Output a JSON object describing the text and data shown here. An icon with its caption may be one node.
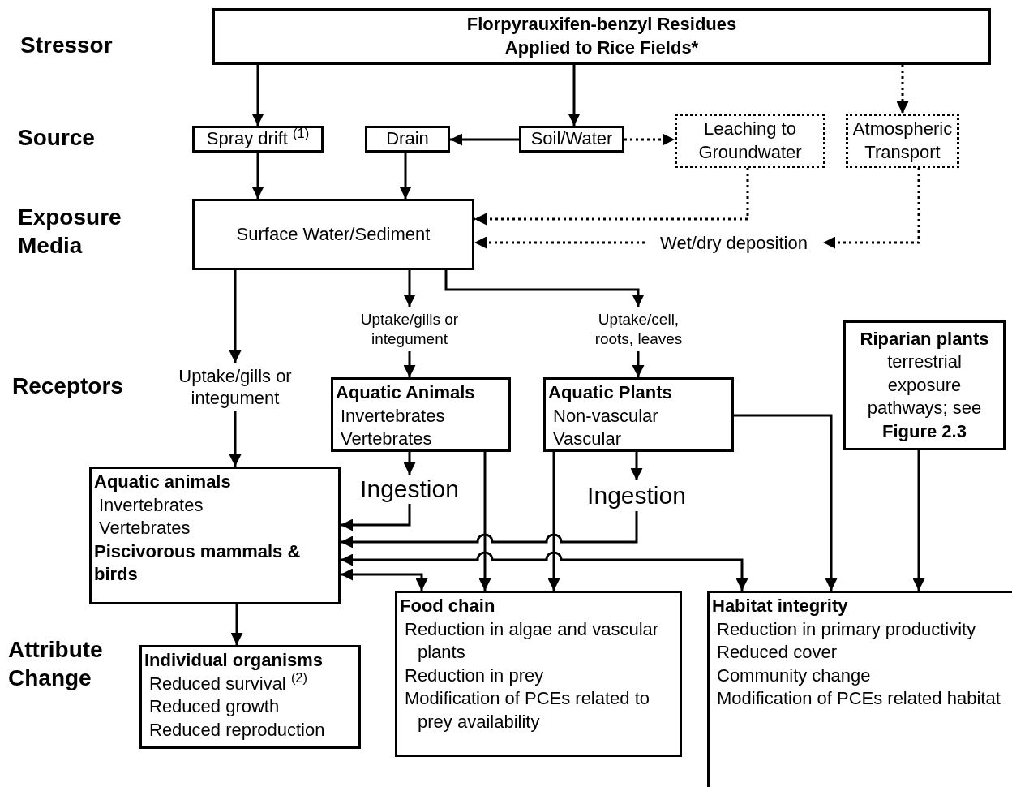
{
  "diagram": {
    "nodes": [
      {
        "text": [
          "Florpyrauxifen-benzyl Residues Applied to Rice Fields*"
        ]
      },
      {
        "text": [
          "Spray drift $^{(1)}$"
        ]
      },
      {
        "text": [
          "Drain"
        ]
      },
      {
        "text": [
          "Soil/Water"
        ]
      },
      {
        "text": [
          "Leaching to Groundwater"
        ]
      },
      {
        "text": [
          "Atmospheric Transport"
        ]
      },
      {
        "text": [
          "Surface Water/Sediment"
        ]
      },
      {
        "text": [
          "Wet/dry deposition"
        ]
      },
      {
        "text": [
          "Uptake/gills or integument"
        ]
      },
      {
        "text": [
          "Uptake/gills or integument"
        ]
      },
      {
        "text": [
          "Uptake/cell, roots, leaves"
        ]
      },
      {
        "text": [
          "Aquatic Animals",
          "Invertebrates",
          "Vertebrates"
        ]
      },
      {
        "text": [
          "Aquatic Plants",
          "Non-vascular",
          "Vascular"
        ]
      },
      {
        "text": [
          "Riparian plants",
          "terrestrial exposure pathways; see **Figure 2.3**"
        ]
      },
      {
        "text": [
          "Ingestion"
        ]
      },
      {
        "text": [
          "Ingestion"
        ]
      },
      {
        "text": [
          "Aquatic animals",
          "Invertebrates",
          "Vertebrates",
          "Piscivorous mammals & birds"
        ]
      },
      {
        "text": [
          "Individual organisms",
          "Reduced survival $^{(2)}$",
          "Reduced growth",
          "Reduced reproduction"
        ]
      },
      {
        "text": [
          "Food chain",
          "Reduction in algae and vascular plants",
          "Reduction in prey",
          "Modification of PCEs related to prey availability"
        ]
      },
      {
        "text": [
          "Habitat integrity",
          "Reduction in primary productivity",
          "Reduced cover",
          "Community change",
          "Modification of PCEs related habitat"
        ]
      }
    ],
    "edges": [
      {
        "from": 0,
        "to": 1,
        "arrow": "to"
      },
      {
        "from": 0,
        "to": 3,
        "arrow": "to"
      },
      {
        "from": 0,
        "to": 5,
        "arrow": "to",
        "style": "dashed"
      },
      {
        "from": 3,
        "to": 2,
        "arrow": "to"
      },
      {
        "from": 3,
        "to": 4,
        "arrow": "to",
        "style": "dashed"
      },
      {
        "from": 1,
        "to": 6,
        "arrow": "to"
      },
      {
        "from": 2,
        "to": 6,
        "arrow": "to"
      },
      {
        "from": 4,
        "to": 6,
        "arrow": "to",
        "style": "dashed"
      },
      {
        "from": 5,
        "to": 7,
        "arrow": "to",
        "style": "dashed"
      },
      {
        "from": 7,
        "to": 6,
        "arrow": "to",
        "style": "dashed"
      },
      {
        "from": 6,
        "to": 8,
        "arrow": "to"
      },
      {
        "from": 8,
        "to": 16,
        "arrow": "to"
      },
      {
        "from": 6,
        "to": 9,
        "arrow": "to"
      },
      {
        "from": 9,
        "to": 11,
        "arrow": "to"
      },
      {
        "from": 6,
        "to": 10,
        "arrow": "to"
      },
      {
        "from": 10,
        "to": 12,
        "arrow": "to"
      },
      {
        "from": 11,
        "to": 14,
        "arrow": "to"
      },
      {
        "from": 14,
        "to": 16,
        "arrow": "to"
      },
      {
        "from": 12,
        "to": 15,
        "arrow": "to"
      },
      {
        "from": 15,
        "to": 16,
        "arrow": "to"
      },
      {
        "from": 16,
        "to": 19,
        "arrow": "both"
      },
      {
        "from": 16,
        "to": 18,
        "arrow": "both"
      },
      {
        "from": 11,
        "to": 18,
        "arrow": "to"
      },
      {
        "from": 12,
        "to": 18,
        "arrow": "to"
      },
      {
        "from": 12,
        "to": 19,
        "arrow": "to"
      },
      {
        "from": 13,
        "to": 19,
        "arrow": "to"
      },
      {
        "from": 16,
        "to": 17,
        "arrow": "to"
      }
    ],
    "labels": [
      "Stressor",
      "Source",
      "Exposure Media",
      "Receptors",
      "Attribute Change"
    ]
  }
}
